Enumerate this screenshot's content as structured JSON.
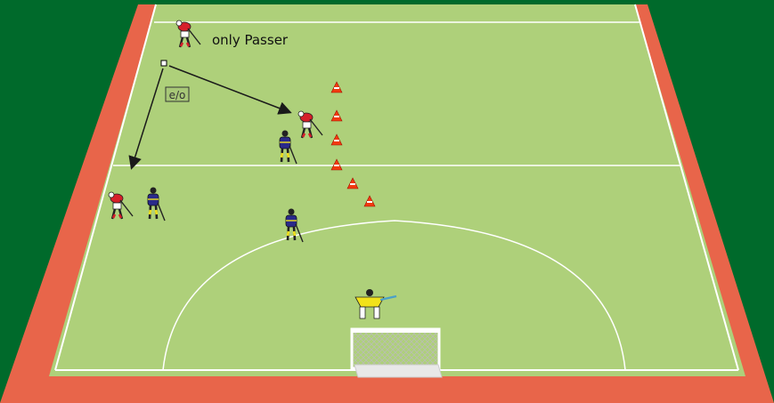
{
  "labels": {
    "passer_note": "only Passer",
    "option_tag": "e/o"
  },
  "colors": {
    "outer_grass": "#006a2b",
    "track": "#e8654a",
    "pitch": "#aed07a",
    "lines": "#ffffff",
    "attacker_shirt": "#d6202a",
    "defender_shirt": "#2a2a8a",
    "defender_trim": "#f0e020",
    "goalkeeper": "#f2e21a",
    "cone": "#f23a10",
    "arrow": "#1a1a1a"
  },
  "players": [
    {
      "role": "attacker",
      "name": "passer"
    },
    {
      "role": "attacker",
      "name": "receiver-left"
    },
    {
      "role": "attacker",
      "name": "receiver-center"
    },
    {
      "role": "defender",
      "name": "defender-center-top"
    },
    {
      "role": "defender",
      "name": "defender-left"
    },
    {
      "role": "defender",
      "name": "defender-center"
    },
    {
      "role": "goalkeeper",
      "name": "goalkeeper"
    }
  ],
  "cone_count": 6,
  "passes": [
    {
      "from": "passer",
      "to": "receiver-center"
    },
    {
      "from": "passer",
      "to": "receiver-left"
    }
  ]
}
